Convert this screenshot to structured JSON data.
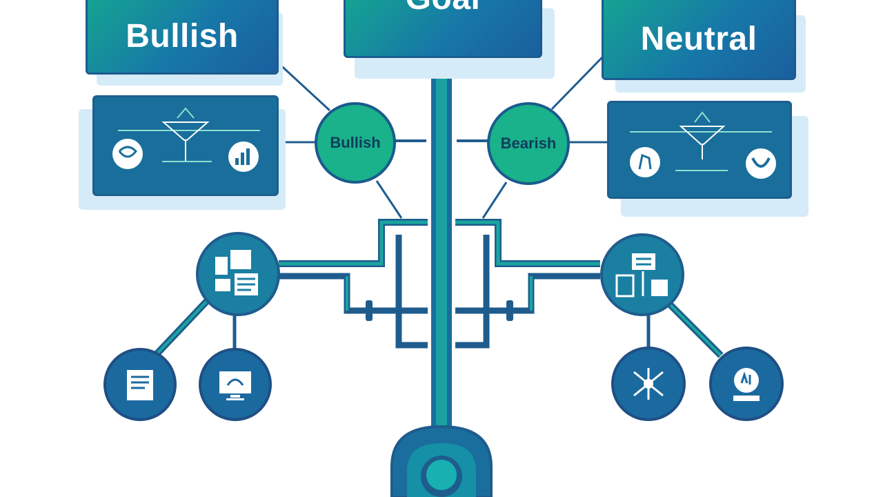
{
  "diagram": {
    "top_boxes": {
      "left": "Bullish",
      "center": "Goal",
      "right": "Neutral"
    },
    "nodes": {
      "left": "Bullish",
      "right": "Bearish"
    },
    "icons": {
      "left_panel": [
        "badge-icon",
        "funnel-icon",
        "chart-icon"
      ],
      "right_panel": [
        "user-icon",
        "funnel-icon",
        "magnet-icon"
      ],
      "left_hub": "documents-icon",
      "right_hub": "dashboard-icon",
      "left_leaves": [
        "report-icon",
        "monitor-icon"
      ],
      "right_leaves": [
        "network-icon",
        "display-icon"
      ],
      "base": "knob-icon"
    },
    "colors": {
      "primary_blue": "#1a5f9e",
      "teal": "#14a392",
      "green_node": "#19b28a"
    }
  }
}
